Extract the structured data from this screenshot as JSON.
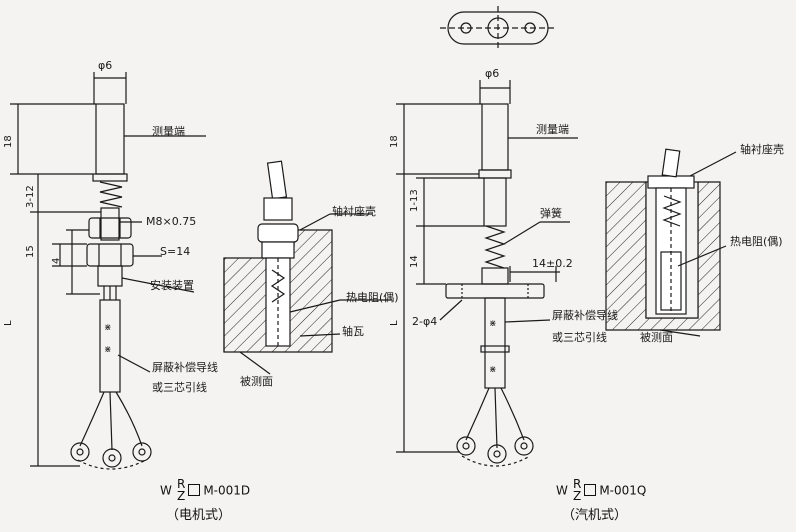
{
  "left_drawing": {
    "dims": {
      "diameter": "φ6",
      "len_18": "18",
      "len_3_12": "3-12",
      "len_15": "15",
      "len_4": "4",
      "len_L": "L",
      "thread": "M8×0.75",
      "hex": "S=14"
    },
    "labels": {
      "measuring_end": "测量端",
      "mounting_device": "安装装置",
      "shielded_wire": "屏蔽补偿导线",
      "or_three_core": "或三芯引线"
    },
    "detail": {
      "bearing_housing": "轴衬座壳",
      "thermistor": "热电阻(偶)",
      "bearing_shell": "轴瓦",
      "measured_surface": "被测面"
    },
    "model": {
      "w": "W",
      "r": "R",
      "z": "Z",
      "code": "M-001D",
      "type": "（电机式）"
    }
  },
  "right_drawing": {
    "dims": {
      "diameter": "φ6",
      "len_18": "18",
      "len_1_13": "1-13",
      "len_14": "14",
      "len_L": "L",
      "spacing": "14±0.2",
      "holes": "2-φ4"
    },
    "labels": {
      "measuring_end": "测量端",
      "spring": "弹簧",
      "shielded_wire": "屏蔽补偿导线",
      "or_three_core": "或三芯引线"
    },
    "detail": {
      "bearing_housing": "轴衬座壳",
      "thermistor": "热电阻(偶)",
      "measured_surface": "被测面"
    },
    "model": {
      "w": "W",
      "r": "R",
      "z": "Z",
      "code": "M-001Q",
      "type": "（汽机式）"
    }
  }
}
